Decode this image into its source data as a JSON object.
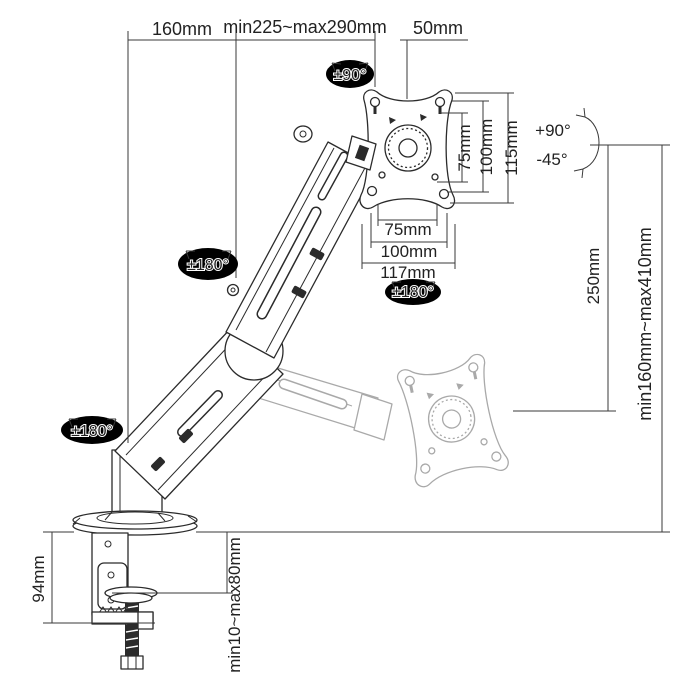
{
  "diagram": {
    "colors": {
      "line": "#2b2b2b",
      "ghost": "#a9a9a9",
      "dimension": "#3a3a3a",
      "text": "#222222",
      "background": "#ffffff"
    },
    "labels": {
      "dim_base_offset": "160mm",
      "dim_reach": "min225~max290mm",
      "dim_head_offset": "50mm",
      "ang_head_swivel": "±90°",
      "vesa_v75": "75mm",
      "vesa_v100": "100mm",
      "vesa_v115": "115mm",
      "vesa_h75": "75mm",
      "vesa_h100": "100mm",
      "vesa_h117": "117mm",
      "ang_plate": "±180°",
      "ang_tilt_up": "+90°",
      "ang_tilt_down": "-45°",
      "dim_drop": "250mm",
      "dim_height_range": "min160mm~max410mm",
      "ang_elbow": "±180°",
      "ang_base": "±180°",
      "dim_clamp_height": "94mm",
      "dim_clamp_range": "min10~max80mm"
    }
  }
}
